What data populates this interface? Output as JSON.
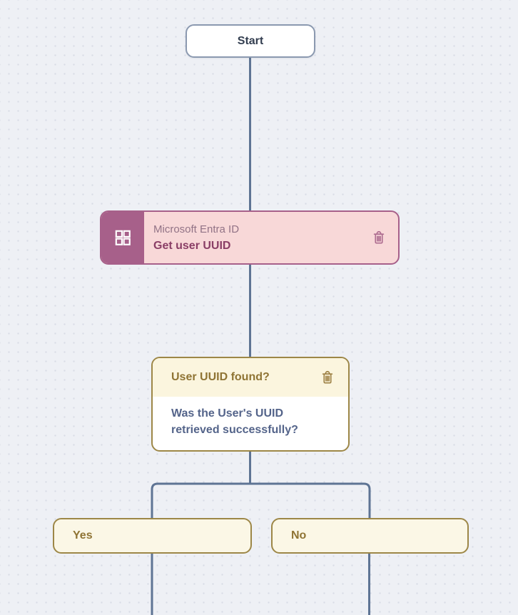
{
  "canvas": {
    "background_color": "#eef0f5",
    "dot_color": "#d9dce6",
    "connector_color": "#5e7494"
  },
  "flow": {
    "start_node": {
      "label": "Start",
      "border_color": "#8b99b0",
      "text_color": "#333e50"
    },
    "action_node": {
      "service": "Microsoft Entra ID",
      "action": "Get user UUID",
      "icon": "grid-icon",
      "delete_icon": "trash-icon",
      "accent_color": "#a7608a",
      "background_color": "#f8d8d8",
      "service_text_color": "#927386",
      "action_text_color": "#8a3e66"
    },
    "decision_node": {
      "question": "User UUID found?",
      "description": "Was the User's UUID retrieved successfully?",
      "delete_icon": "trash-icon",
      "border_color": "#9d8747",
      "header_background": "#fbf5de",
      "question_text_color": "#8f7434",
      "description_text_color": "#54648a"
    },
    "branches": [
      {
        "label": "Yes"
      },
      {
        "label": "No"
      }
    ],
    "branch_style": {
      "background_color": "#fbf7e6",
      "border_color": "#9d8747",
      "text_color": "#8f7434"
    }
  }
}
